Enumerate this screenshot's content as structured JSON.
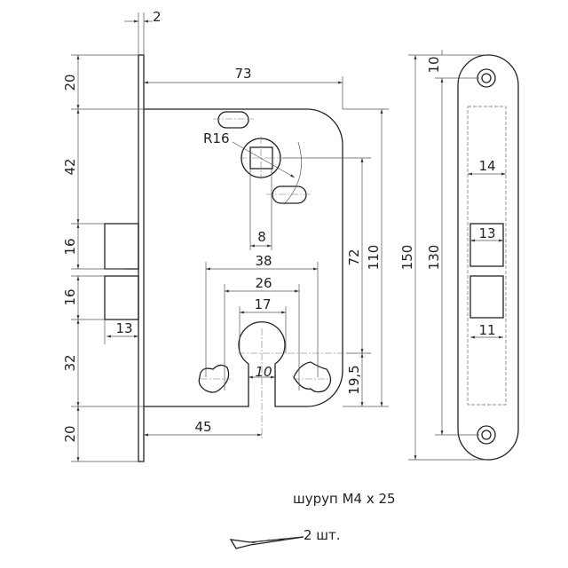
{
  "dimensions": {
    "faceplate_thickness": "2",
    "top_margin": "20",
    "spindle_offset": "42",
    "latch_height": "16",
    "bolt_height": "16",
    "bolt_to_cylinder": "32",
    "bottom_margin": "20",
    "body_width": "73",
    "radius": "R16",
    "spindle_square": "8",
    "hole_spacing_outer": "38",
    "hole_spacing_inner": "26",
    "cylinder_diameter": "17",
    "cylinder_slot": "10",
    "latch_projection": "13",
    "backset": "45",
    "center_distance": "72",
    "body_height": "110",
    "cylinder_from_bottom": "19,5"
  },
  "strike_plate": {
    "total_length": "150",
    "hole_spacing": "130",
    "hole_offset": "10",
    "window_width": "14",
    "latch_opening": "13",
    "bolt_opening": "11"
  },
  "screws": {
    "label": "шуруп М4 х 25",
    "quantity": "2 шт."
  }
}
